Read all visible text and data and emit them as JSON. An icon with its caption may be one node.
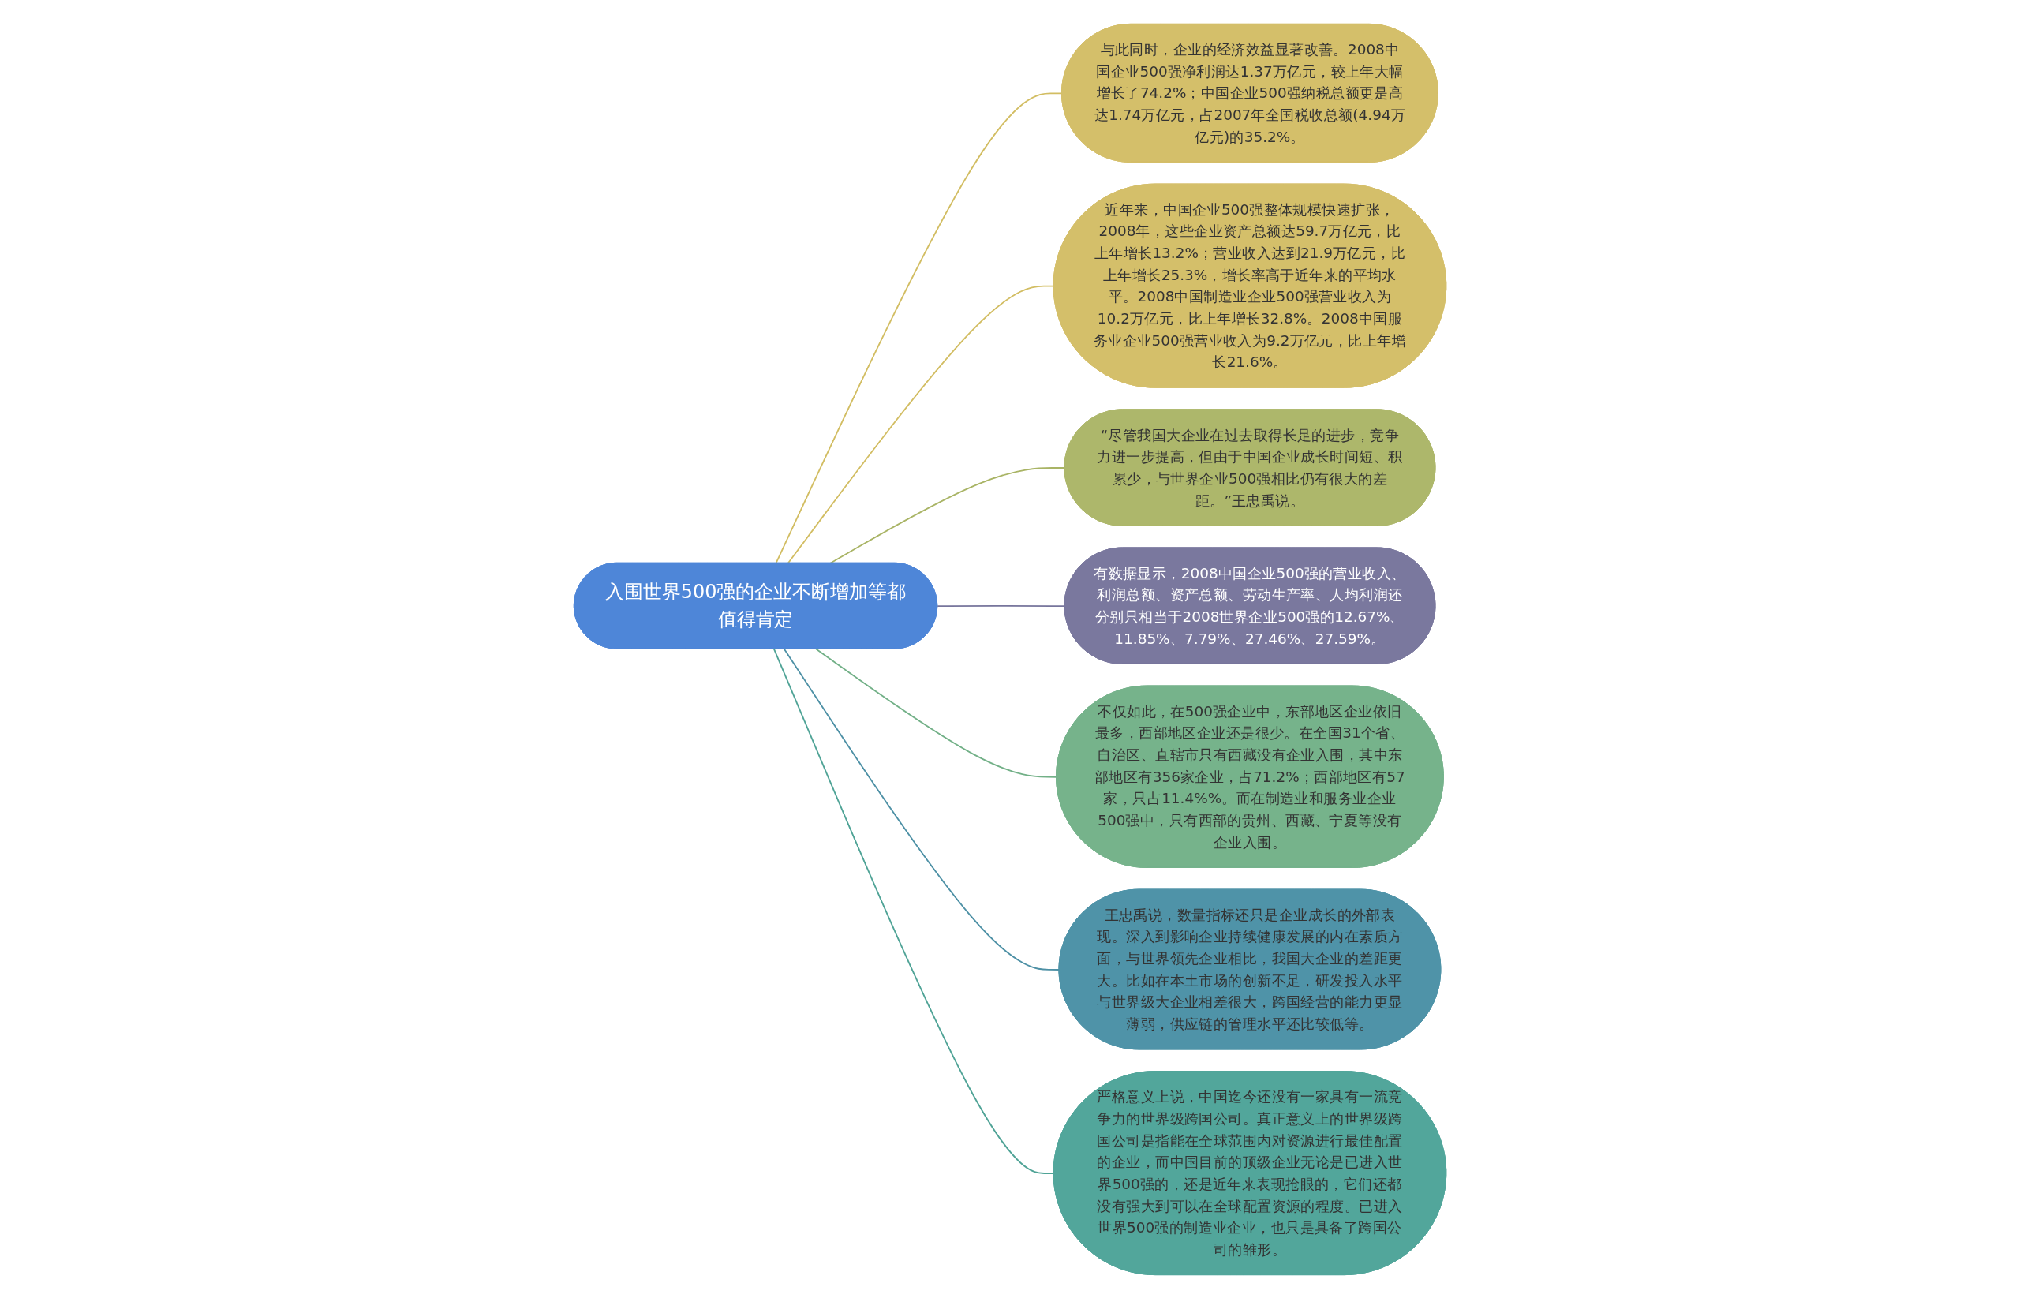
{
  "diagram": {
    "nodes": [
      {
        "text": [
          "入围世界500强的企业不断增加等都值得肯定"
        ]
      },
      {
        "text": [
          "与此同时，企业的经济效益显著改善。2008中国企业500强净利润达1.37万亿元，较上年大幅增长了74.2%；中国企业500强纳税总额更是高达1.74万亿元，占2007年全国税收总额(4.94万亿元)的35.2%。"
        ]
      },
      {
        "text": [
          "近年来，中国企业500强整体规模快速扩张，2008年，这些企业资产总额达59.7万亿元，比上年增长13.2%；营业收入达到21.9万亿元，比上年增长25.3%，增长率高于近年来的平均水平。2008中国制造业企业500强营业收入为10.2万亿元，比上年增长32.8%。2008中国服务业企业500强营业收入为9.2万亿元，比上年增长21.6%。"
        ]
      },
      {
        "text": [
          "“尽管我国大企业在过去取得长足的进步，竞争力进一步提高，但由于中国企业成长时间短、积累少，与世界企业500强相比仍有很大的差距。”王忠禹说。"
        ]
      },
      {
        "text": [
          "有数据显示，2008中国企业500强的营业收入、利润总额、资产总额、劳动生产率、人均利润还分别只相当于2008世界企业500强的12.67%、11.85%、7.79%、27.46%、27.59%。"
        ]
      },
      {
        "text": [
          "不仅如此，在500强企业中，东部地区企业依旧最多，西部地区企业还是很少。在全国31个省、自治区、直辖市只有西藏没有企业入围，其中东部地区有356家企业，占71.2%；西部地区有57家，只占11.4%%。而在制造业和服务业企业500强中，只有西部的贵州、西藏、宁夏等没有企业入围。"
        ]
      },
      {
        "text": [
          "王忠禹说，数量指标还只是企业成长的外部表现。深入到影响企业持续健康发展的内在素质方面，与世界领先企业相比，我国大企业的差距更大。比如在本土市场的创新不足，研发投入水平与世界级大企业相差很大，跨国经营的能力更显薄弱，供应链的管理水平还比较低等。"
        ]
      },
      {
        "text": [
          "严格意义上说，中国迄今还没有一家具有一流竞争力的世界级跨国公司。真正意义上的世界级跨国公司是指能在全球范围内对资源进行最佳配置的企业，而中国目前的顶级企业无论是已进入世界500强的，还是近年来表现抢眼的，它们还都没有强大到可以在全球配置资源的程度。已进入世界500强的制造业企业，也只是具备了跨国公司的雏形。"
        ]
      }
    ],
    "edges": [
      {
        "from": 0,
        "to": 1,
        "arrow": "none",
        "color": "#d2bd62"
      },
      {
        "from": 0,
        "to": 2,
        "arrow": "none",
        "color": "#d2bd62"
      },
      {
        "from": 0,
        "to": 3,
        "arrow": "none",
        "color": "#a9b465"
      },
      {
        "from": 0,
        "to": 4,
        "arrow": "none",
        "color": "#77759c"
      },
      {
        "from": 0,
        "to": 5,
        "arrow": "none",
        "color": "#72b087"
      },
      {
        "from": 0,
        "to": 6,
        "arrow": "none",
        "color": "#4d90a5"
      },
      {
        "from": 0,
        "to": 7,
        "arrow": "none",
        "color": "#4fa396"
      }
    ]
  }
}
